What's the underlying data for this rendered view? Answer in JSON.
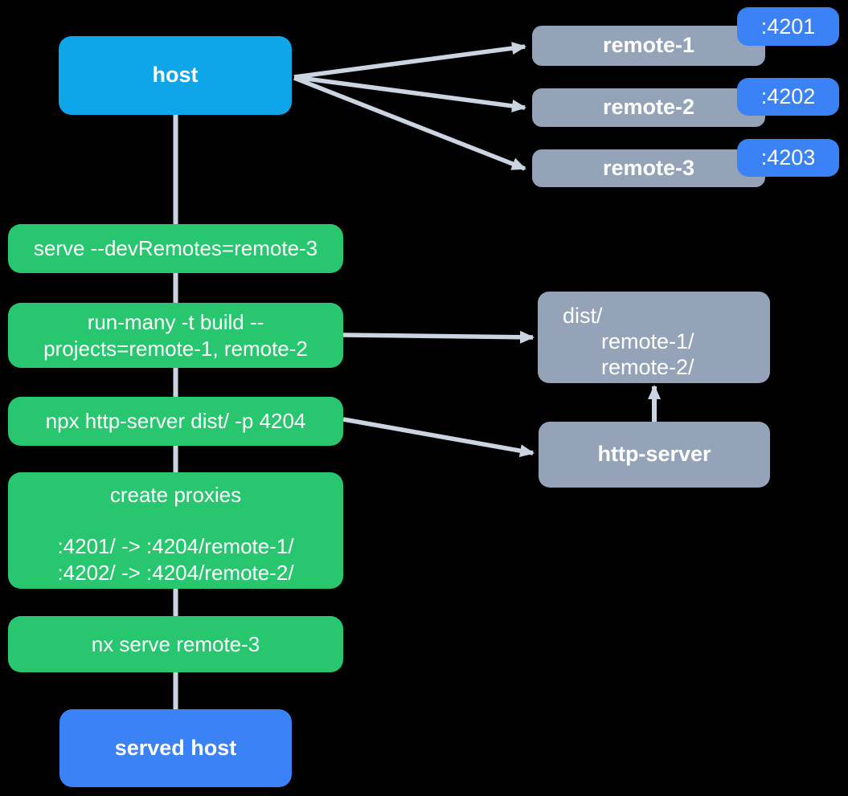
{
  "diagram": {
    "background": "#000000",
    "colors": {
      "host_fill": "#0ea5e9",
      "port_and_served_fill": "#3b82f6",
      "remote_fill": "#94a3b8",
      "command_fill": "#28c76f",
      "connector": "#cbd5e1",
      "text": "#ffffff"
    },
    "nodes": {
      "host": {
        "label": "host"
      },
      "remotes": [
        {
          "label": "remote-1",
          "port": ":4201"
        },
        {
          "label": "remote-2",
          "port": ":4202"
        },
        {
          "label": "remote-3",
          "port": ":4203"
        }
      ],
      "steps": [
        {
          "label": "serve --devRemotes=remote-3"
        },
        {
          "line1": "run-many -t build --",
          "line2": "projects=remote-1, remote-2"
        },
        {
          "label": "npx http-server dist/ -p 4204"
        },
        {
          "title": "create proxies",
          "line1": ":4201/ -> :4204/remote-1/",
          "line2": ":4202/ -> :4204/remote-2/"
        },
        {
          "label": "nx serve remote-3"
        }
      ],
      "dist": {
        "line1": "dist/",
        "line2": "remote-1/",
        "line3": "remote-2/"
      },
      "http_server": {
        "label": "http-server"
      },
      "served_host": {
        "label": "served host"
      }
    }
  }
}
